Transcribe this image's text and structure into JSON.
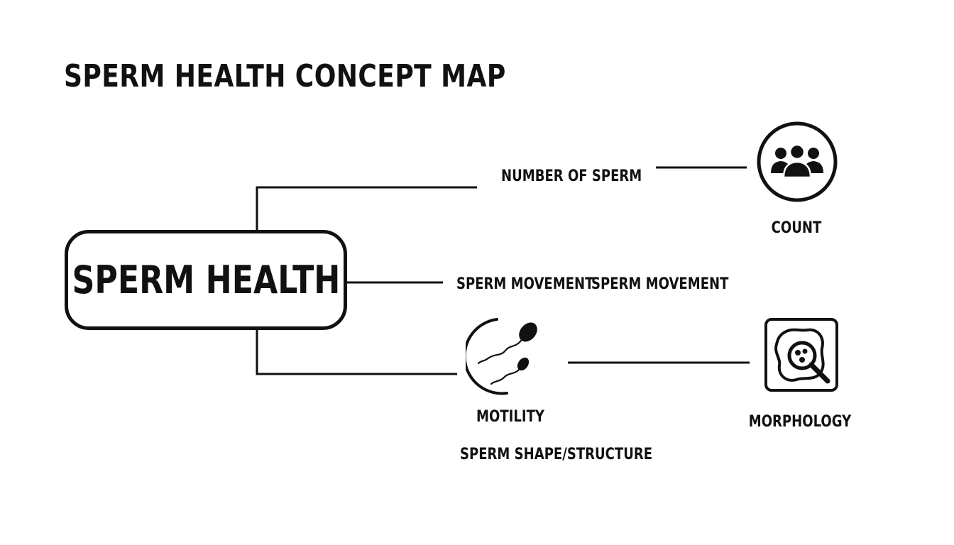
{
  "title": "SPERM HEALTH CONCEPT MAP",
  "central_node": {
    "label": "SPERM HEALTH"
  },
  "branches": {
    "count": {
      "description": "NUMBER OF SPERM",
      "label": "COUNT",
      "icon": "people-group-icon"
    },
    "motility": {
      "description_1": "SPERM MOVEMENT",
      "description_2": "SPERM MOVEMENT",
      "label": "MOTILITY",
      "icon": "sperm-icon"
    },
    "morphology": {
      "description": "SPERM SHAPE/STRUCTURE",
      "label": "MORPHOLOGY",
      "icon": "cell-magnifier-icon"
    }
  },
  "colors": {
    "ink": "#111111",
    "background": "#ffffff"
  }
}
